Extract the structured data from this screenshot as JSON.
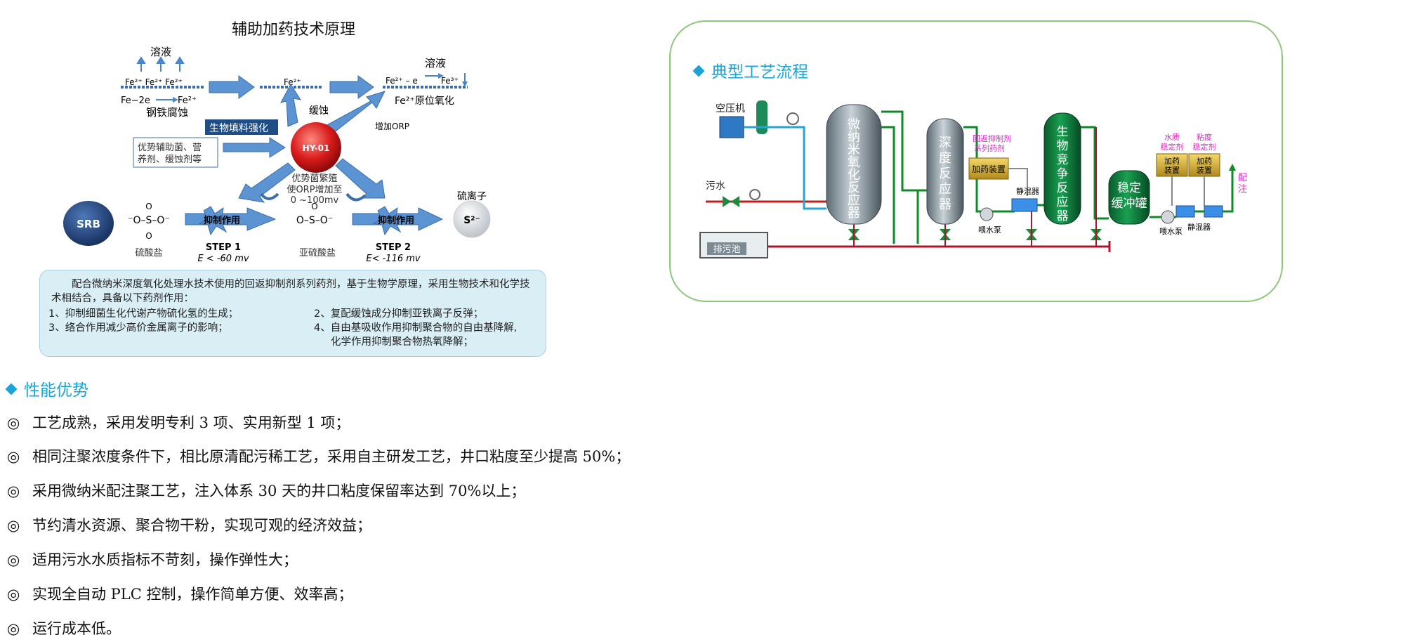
{
  "principle": {
    "title": "辅助加药技术原理",
    "labels": {
      "solution_left": "溶液",
      "solution_right": "溶液",
      "fe_top": "Fe²⁺  Fe²⁺  Fe²⁺",
      "fe_mid": "Fe²⁺",
      "fe_ox": "Fe²⁺ – e",
      "fe3": "Fe³⁺",
      "fe_eq_left": "Fe−2e",
      "fe_eq_right": "Fe²⁺",
      "steel_corrosion": "钢铁腐蚀",
      "slow_corrosion": "缓蚀",
      "in_situ_oxidation": "Fe²⁺原位氧化",
      "increase_orp": "增加ORP",
      "bio_filler": "生物填料强化",
      "helpers": "优势辅助菌、营养剂、缓蚀剂等",
      "hy01": "HY-01",
      "dominant": "优势菌繁殖",
      "orp_increase": "使ORP增加至",
      "orp_range": "0 ~100mv",
      "srb": "SRB",
      "sulfate": "硫酸盐",
      "sulfite": "亚硫酸盐",
      "sulfide_ion": "硫离子",
      "s2": "S²⁻",
      "inhibit1": "抑制作用",
      "inhibit2": "抑制作用",
      "step1": "STEP 1",
      "step1_e": "E < -60 mv",
      "step2": "STEP 2",
      "step2_e": "E< -116 mv"
    },
    "description": {
      "intro": "配合微纳米深度氧化处理水技术使用的回返抑制剂系列药剂，基于生物学原理，采用生物技术和化学技术相结合，具备以下药剂作用：",
      "item1": "1、抑制细菌生化代谢产物硫化氢的生成；",
      "item2": "2、复配缓蚀成分抑制亚铁离子反弹；",
      "item3": "3、络合作用减少高价金属离子的影响；",
      "item4a": "4、自由基吸收作用抑制聚合物的自由基降解,",
      "item4b": "化学作用抑制聚合物热氧降解；"
    }
  },
  "flow": {
    "title": "典型工艺流程",
    "labels": {
      "air_compressor": "空压机",
      "sewage": "污水",
      "reactor1": [
        "微",
        "纳",
        "米",
        "氧",
        "化",
        "反",
        "应",
        "器"
      ],
      "reactor2": [
        "深",
        "度",
        "反",
        "应",
        "器"
      ],
      "dosing_title": [
        "回返抑制剂",
        "系列药剂"
      ],
      "dosing_device": "加药装置",
      "mixer1": "静混器",
      "pump1": "喂水泵",
      "reactor3": [
        "生",
        "物",
        "竞",
        "争",
        "反",
        "应",
        "器"
      ],
      "buffer_tank": [
        "稳定",
        "缓冲罐"
      ],
      "water_stabilizer": [
        "水质",
        "稳定剂"
      ],
      "viscosity_stabilizer": [
        "粘度",
        "稳定剂"
      ],
      "dosing_device2": [
        "加药",
        "装置"
      ],
      "dosing_device3": [
        "加药",
        "装置"
      ],
      "pump2": "喂水泵",
      "mixer2": "静混器",
      "injection": [
        "配",
        "注"
      ],
      "sludge_pool": "排污池"
    }
  },
  "advantages": {
    "title": "性能优势",
    "mark": "◎",
    "items": [
      "工艺成熟，采用发明专利 3 项、实用新型 1 项；",
      "相同注聚浓度条件下，相比原清配污稀工艺，采用自主研发工艺，井口粘度至少提高 50%；",
      "采用微纳米配注聚工艺，注入体系 30 天的井口粘度保留率达到 70%以上；",
      "节约清水资源、聚合物干粉，实现可观的经济效益；",
      "适用污水水质指标不苛刻，操作弹性大；",
      "实现全自动 PLC 控制，操作简单方便、效率高；",
      "运行成本低。"
    ]
  }
}
